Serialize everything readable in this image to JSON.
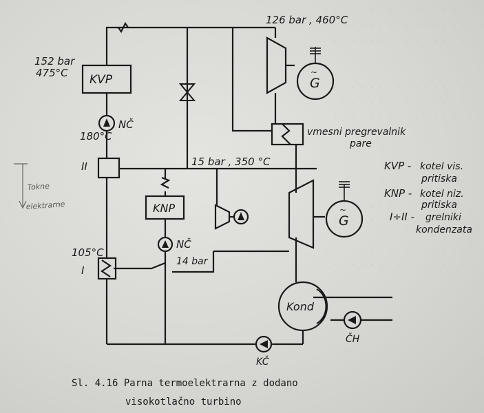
{
  "labels": {
    "p152": "152 bar",
    "t475": "475°C",
    "kvp_box": "KVP",
    "nc_top": "NČ",
    "t180": "180°C",
    "roman_ii": "II",
    "p126": "126 bar , 460°C",
    "gen_top": "G",
    "reheater": "vmesni pregrevalnik",
    "reheater2": "pare",
    "p15": "15 bar , 350 °C",
    "knp_box": "KNP",
    "nc_mid": "NČ",
    "p14": "14 bar",
    "t105": "105°C",
    "roman_i": "I",
    "gen_mid": "G",
    "kond_box": "Kond",
    "ch": "ČH",
    "kc": "KČ"
  },
  "legend": [
    {
      "key": "KVP -",
      "text": "kotel vis.",
      "text2": "pritiska"
    },
    {
      "key": "KNP -",
      "text": "kotel niz.",
      "text2": "pritiska"
    },
    {
      "key": "I÷II -",
      "text": "grelniki",
      "text2": "kondenzata"
    }
  ],
  "caption": {
    "line1": "Sl. 4.16 Parna termoelektrarna z dodano",
    "line2": "visokotlačno turbino"
  },
  "margin_note": {
    "line1": "Tokne",
    "line2": "elektrarne"
  },
  "colors": {
    "ink": "#1a1a1a",
    "paper": "#d8d8d4"
  }
}
